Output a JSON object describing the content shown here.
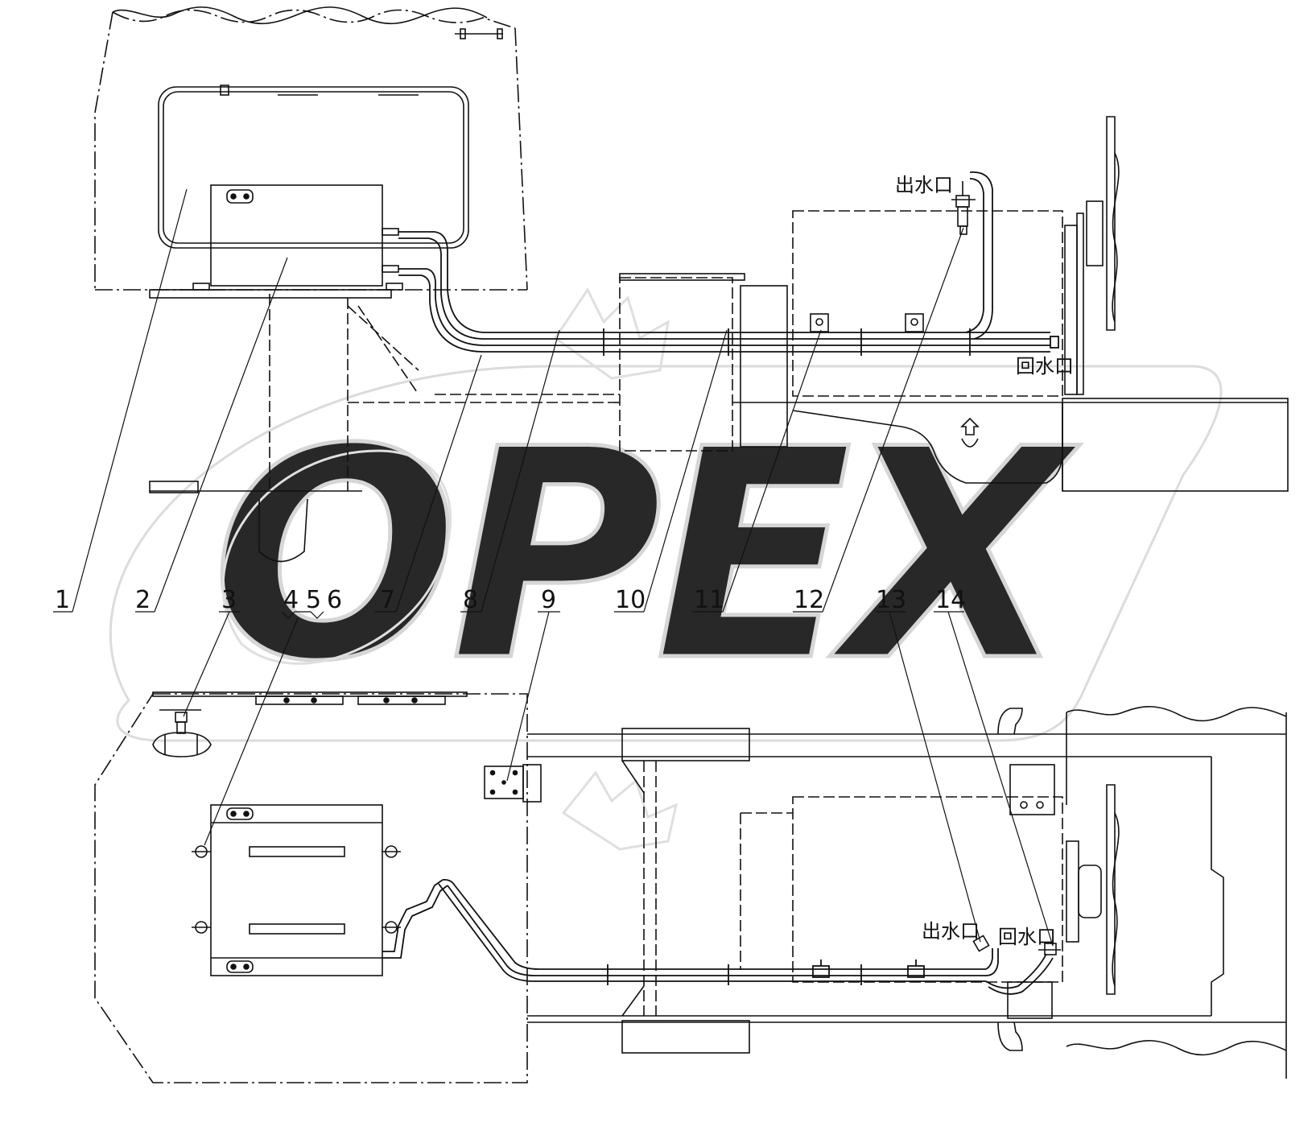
{
  "callouts": [
    "1",
    "2",
    "3",
    "4",
    "5",
    "6",
    "7",
    "8",
    "9",
    "10",
    "11",
    "12",
    "13",
    "14"
  ],
  "ports": {
    "outlet": "出水口",
    "return": "回水口"
  },
  "watermark": "OPEX",
  "colors": {
    "line": "#111111",
    "watermark": "#d5d5d5",
    "background": "#ffffff"
  }
}
